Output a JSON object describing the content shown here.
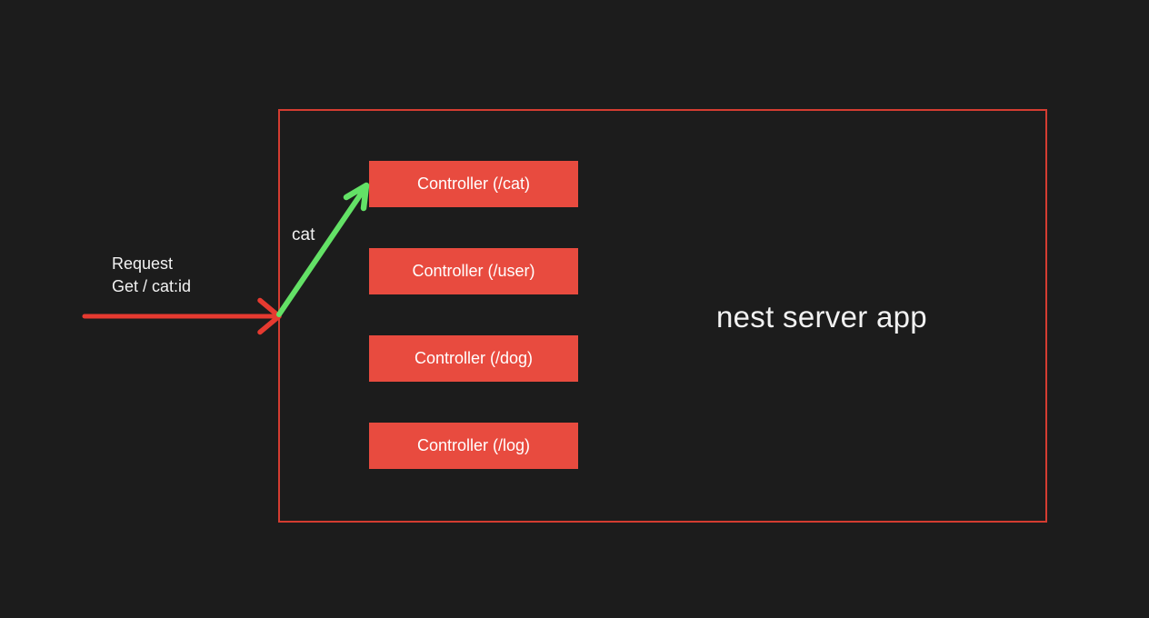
{
  "diagram": {
    "app_title": "nest server app",
    "controllers": [
      {
        "label": "Controller (/cat)"
      },
      {
        "label": "Controller (/user)"
      },
      {
        "label": "Controller (/dog)"
      },
      {
        "label": "Controller (/log)"
      }
    ],
    "request": {
      "line1": "Request",
      "line2": "Get / cat:id"
    },
    "route_label": "cat",
    "colors": {
      "background": "#1c1c1c",
      "box_fill": "#e84b3f",
      "outline": "#d43c31",
      "request_arrow": "#e63a30",
      "route_arrow": "#63e166",
      "text": "#f2f2f2"
    }
  }
}
